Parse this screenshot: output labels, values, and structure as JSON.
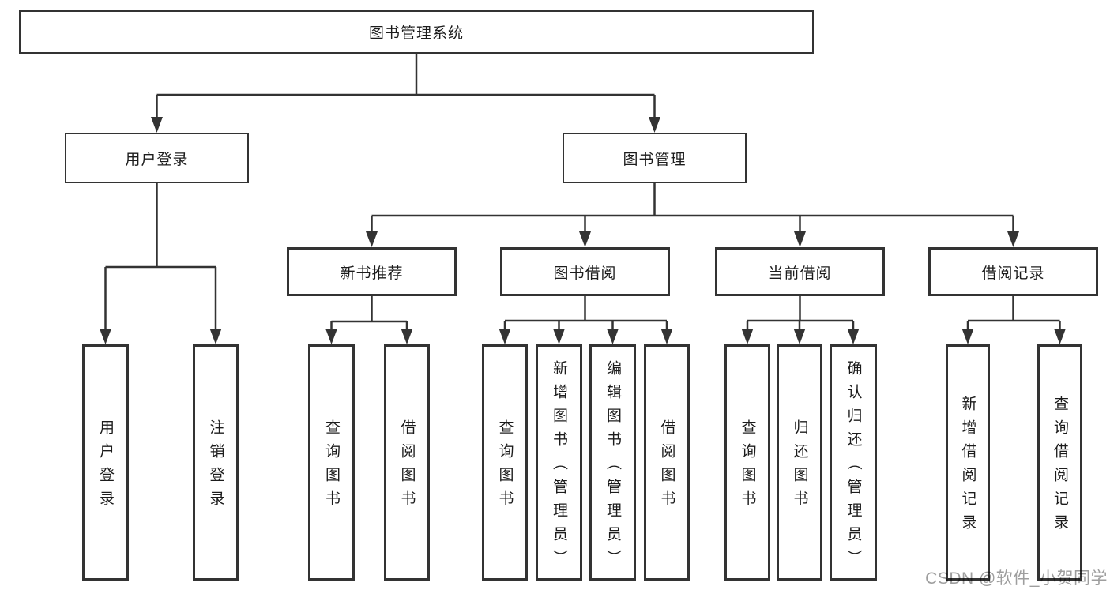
{
  "diagram": {
    "type": "tree",
    "orientation": "top-down",
    "tree": {
      "label": "图书管理系统",
      "children": [
        {
          "label": "用户登录",
          "children": [
            {
              "label": "用户登录"
            },
            {
              "label": "注销登录"
            }
          ]
        },
        {
          "label": "图书管理",
          "children": [
            {
              "label": "新书推荐",
              "children": [
                {
                  "label": "查询图书"
                },
                {
                  "label": "借阅图书"
                }
              ]
            },
            {
              "label": "图书借阅",
              "children": [
                {
                  "label": "查询图书"
                },
                {
                  "label": "新增图书（管理员）"
                },
                {
                  "label": "编辑图书（管理员）"
                },
                {
                  "label": "借阅图书"
                }
              ]
            },
            {
              "label": "当前借阅",
              "children": [
                {
                  "label": "查询图书"
                },
                {
                  "label": "归还图书"
                },
                {
                  "label": "确认归还（管理员）"
                }
              ]
            },
            {
              "label": "借阅记录",
              "children": [
                {
                  "label": "新增借阅记录"
                },
                {
                  "label": "查询借阅记录"
                }
              ]
            }
          ]
        }
      ]
    }
  },
  "watermark": "CSDN @软件_小贺同学",
  "colors": {
    "line": "#333333",
    "box_border": "#333333",
    "text": "#1c1c1c",
    "watermark": "#9e9e9e",
    "background": "#ffffff"
  }
}
